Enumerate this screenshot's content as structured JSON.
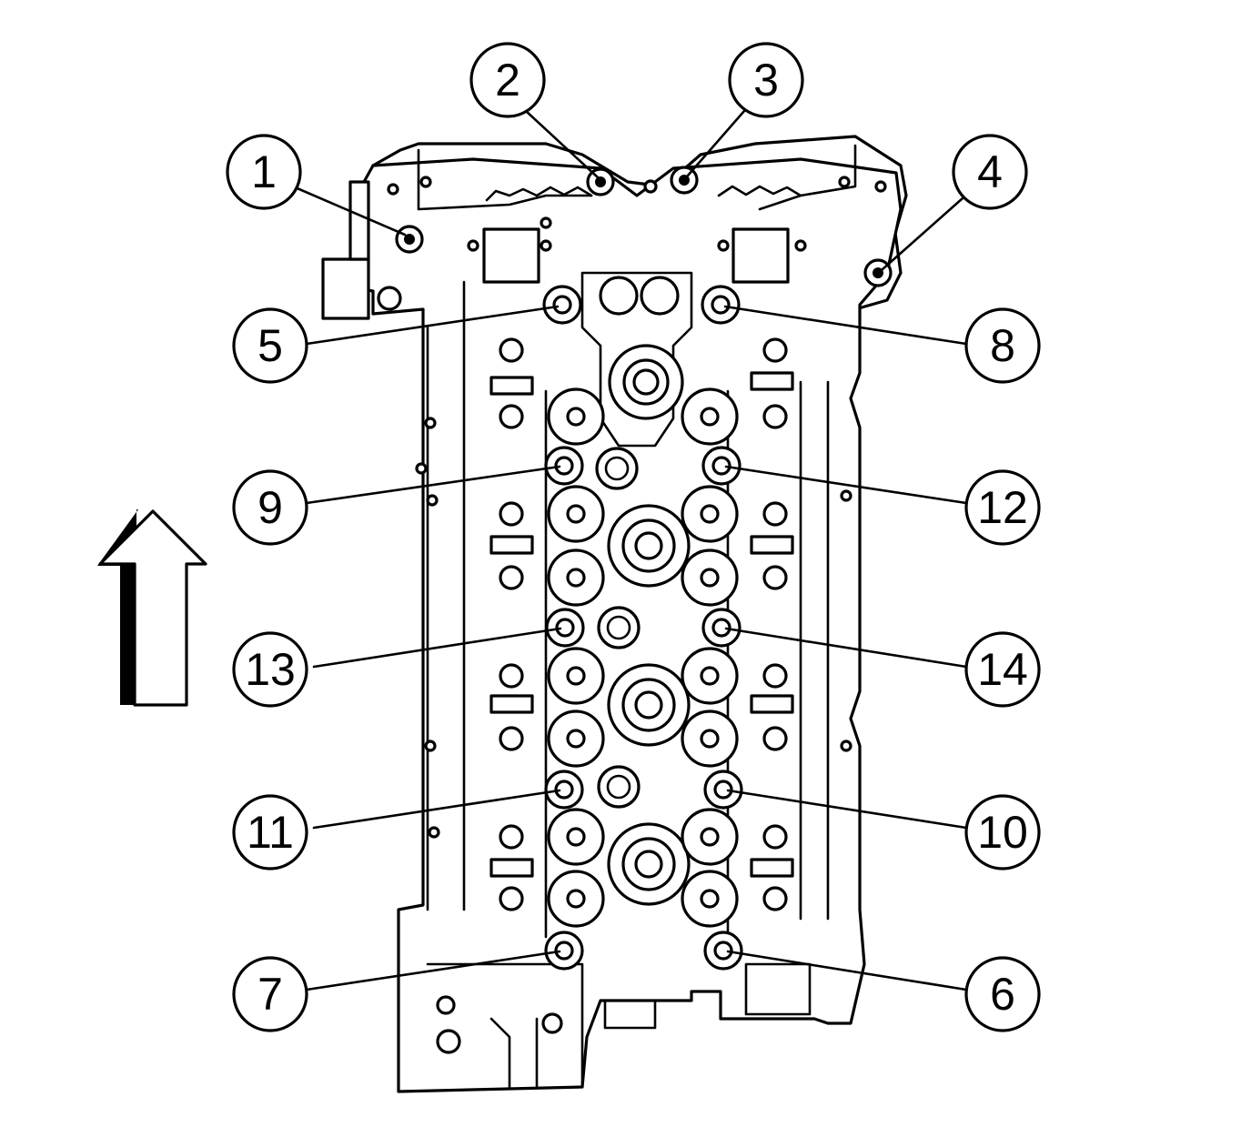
{
  "callouts": [
    {
      "label": "1"
    },
    {
      "label": "2"
    },
    {
      "label": "3"
    },
    {
      "label": "4"
    },
    {
      "label": "5"
    },
    {
      "label": "8"
    },
    {
      "label": "9"
    },
    {
      "label": "12"
    },
    {
      "label": "13"
    },
    {
      "label": "14"
    },
    {
      "label": "11"
    },
    {
      "label": "10"
    },
    {
      "label": "7"
    },
    {
      "label": "6"
    }
  ],
  "colors": {
    "line": "#000000",
    "background": "#ffffff"
  },
  "icons": {
    "direction": "up-arrow-icon",
    "part": "cylinder-head-drawing"
  }
}
